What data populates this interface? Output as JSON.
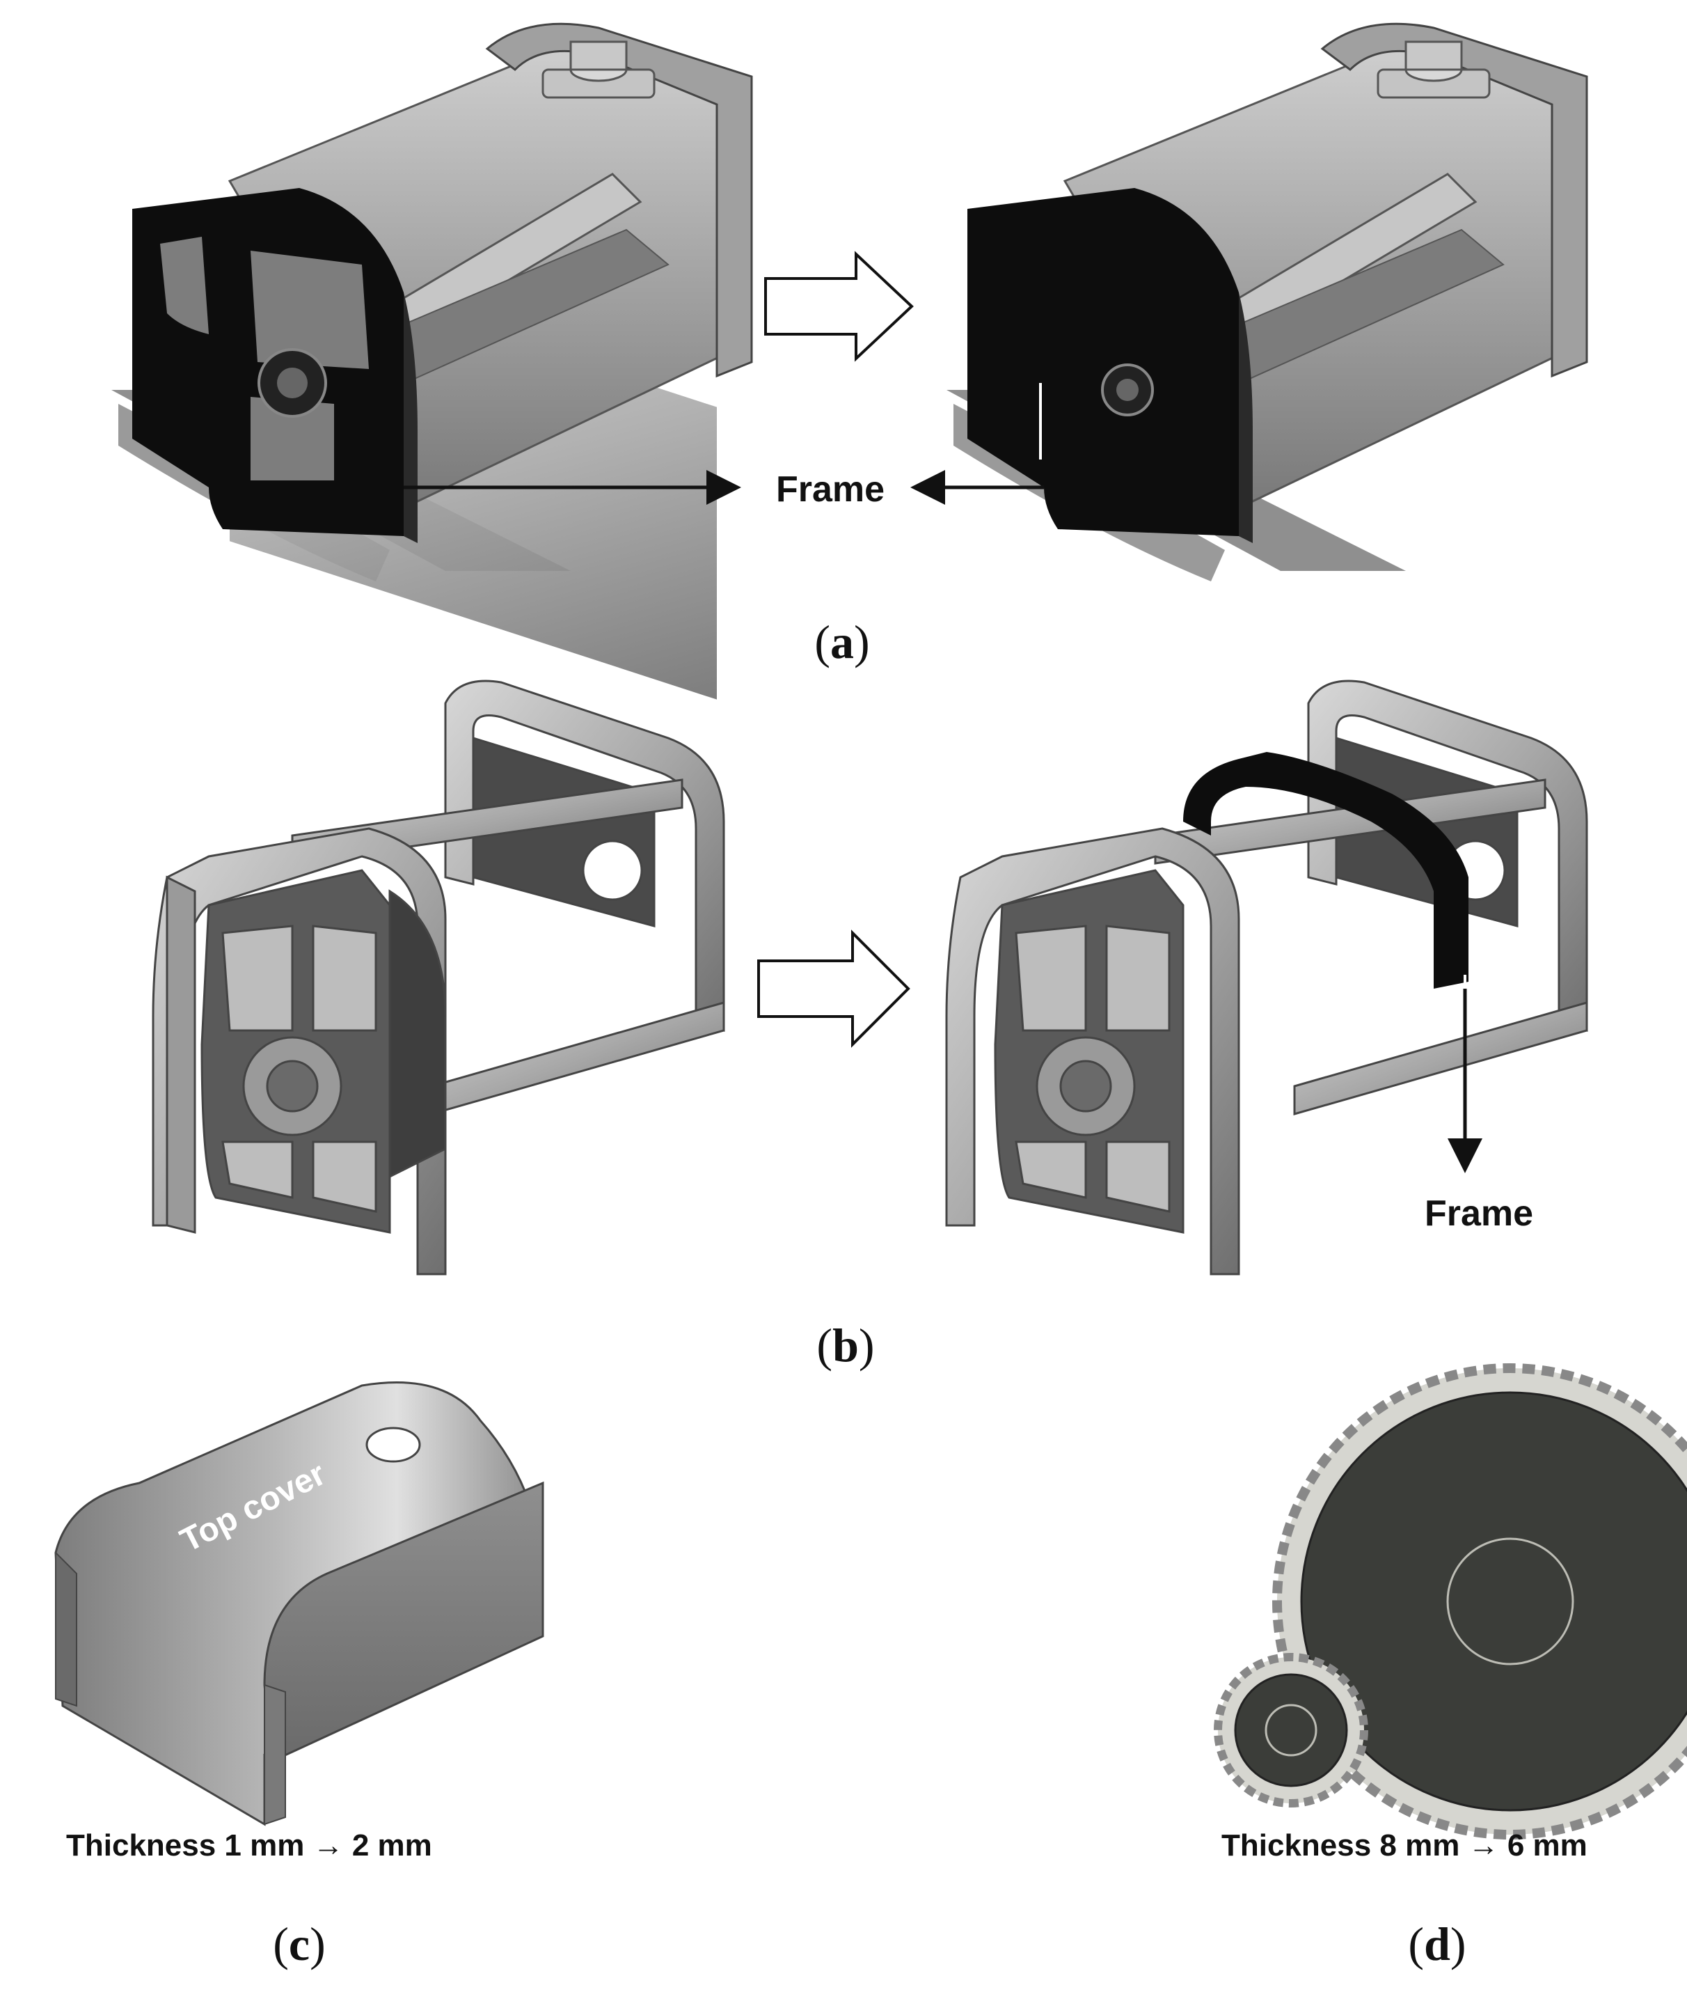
{
  "panels": {
    "a": {
      "caption_letter": "a",
      "callout": "Frame"
    },
    "b": {
      "caption_letter": "b",
      "callout": "Frame"
    },
    "c": {
      "caption_letter": "c",
      "part_label": "Top cover",
      "note": "Thickness 1 mm → 2 mm"
    },
    "d": {
      "caption_letter": "d",
      "note": "Thickness 8 mm → 6 mm"
    }
  },
  "colors": {
    "metal_light": "#b9b9b9",
    "metal_mid": "#8c8c8c",
    "metal_dark": "#5a5a5a",
    "highlight_black": "#0d0d0d",
    "gear_face": "#3b3d39",
    "gear_teeth": "#d6d6d0"
  }
}
